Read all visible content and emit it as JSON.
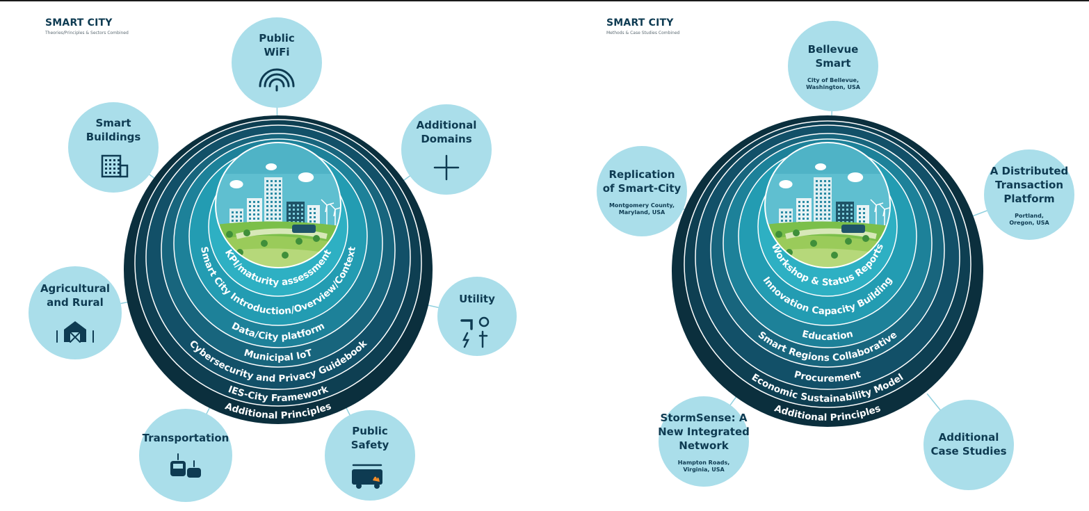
{
  "left": {
    "title": "SMART CITY",
    "subtitle": "Theories/Principles & Sectors Combined",
    "rings": [
      "KPI/maturity assessment",
      "Smart City Introduction/Overview/Context",
      "Data/City platform",
      "Municipal IoT",
      "Cybersecurity and Privacy Guidebook",
      "IES-City Framework",
      "Additional Principles"
    ],
    "satellites": [
      {
        "lines": [
          "Public",
          "WiFi"
        ],
        "icon": "wifi-icon"
      },
      {
        "lines": [
          "Additional",
          "Domains"
        ],
        "icon": "plus-icon"
      },
      {
        "lines": [
          "Utility"
        ],
        "icon": "utility-icon"
      },
      {
        "lines": [
          "Public",
          "Safety"
        ],
        "icon": "fire-truck-icon"
      },
      {
        "lines": [
          "Transportation"
        ],
        "icon": "vehicles-icon"
      },
      {
        "lines": [
          "Agricultural",
          "and Rural"
        ],
        "icon": "barn-icon"
      },
      {
        "lines": [
          "Smart",
          "Buildings"
        ],
        "icon": "building-icon"
      }
    ]
  },
  "right": {
    "title": "SMART CITY",
    "subtitle": "Methods & Case Studies Combined",
    "rings": [
      "Workshop & Status Reports",
      "Innovation Capacity Building",
      "Education",
      "Smart Regions Collaborative",
      "Procurement",
      "Economic Sustainability Model",
      "Additional Principles"
    ],
    "satellites": [
      {
        "lines": [
          "Bellevue",
          "Smart"
        ],
        "sub": [
          "City of Bellevue,",
          "Washington, USA"
        ]
      },
      {
        "lines": [
          "A Distributed",
          "Transaction",
          "Platform"
        ],
        "sub": [
          "Portland,",
          "Oregon, USA"
        ]
      },
      {
        "lines": [
          "Additional",
          "Case Studies"
        ],
        "sub": []
      },
      {
        "lines": [
          "StormSense: A",
          "New Integrated",
          "Network"
        ],
        "sub": [
          "Hampton Roads,",
          "Virginia, USA"
        ]
      },
      {
        "lines": [
          "Replication",
          "of Smart-City"
        ],
        "sub": [
          "Montgomery County,",
          "Maryland, USA"
        ]
      }
    ]
  },
  "colors": {
    "rings": [
      "#0b2f3d",
      "#0e3f52",
      "#125068",
      "#18657d",
      "#1d8199",
      "#239cb2",
      "#2eb0c3"
    ],
    "satellite_fill": "#aadeea",
    "label_dark": "#0e3b52",
    "accent_green": "#7bbf4a"
  }
}
